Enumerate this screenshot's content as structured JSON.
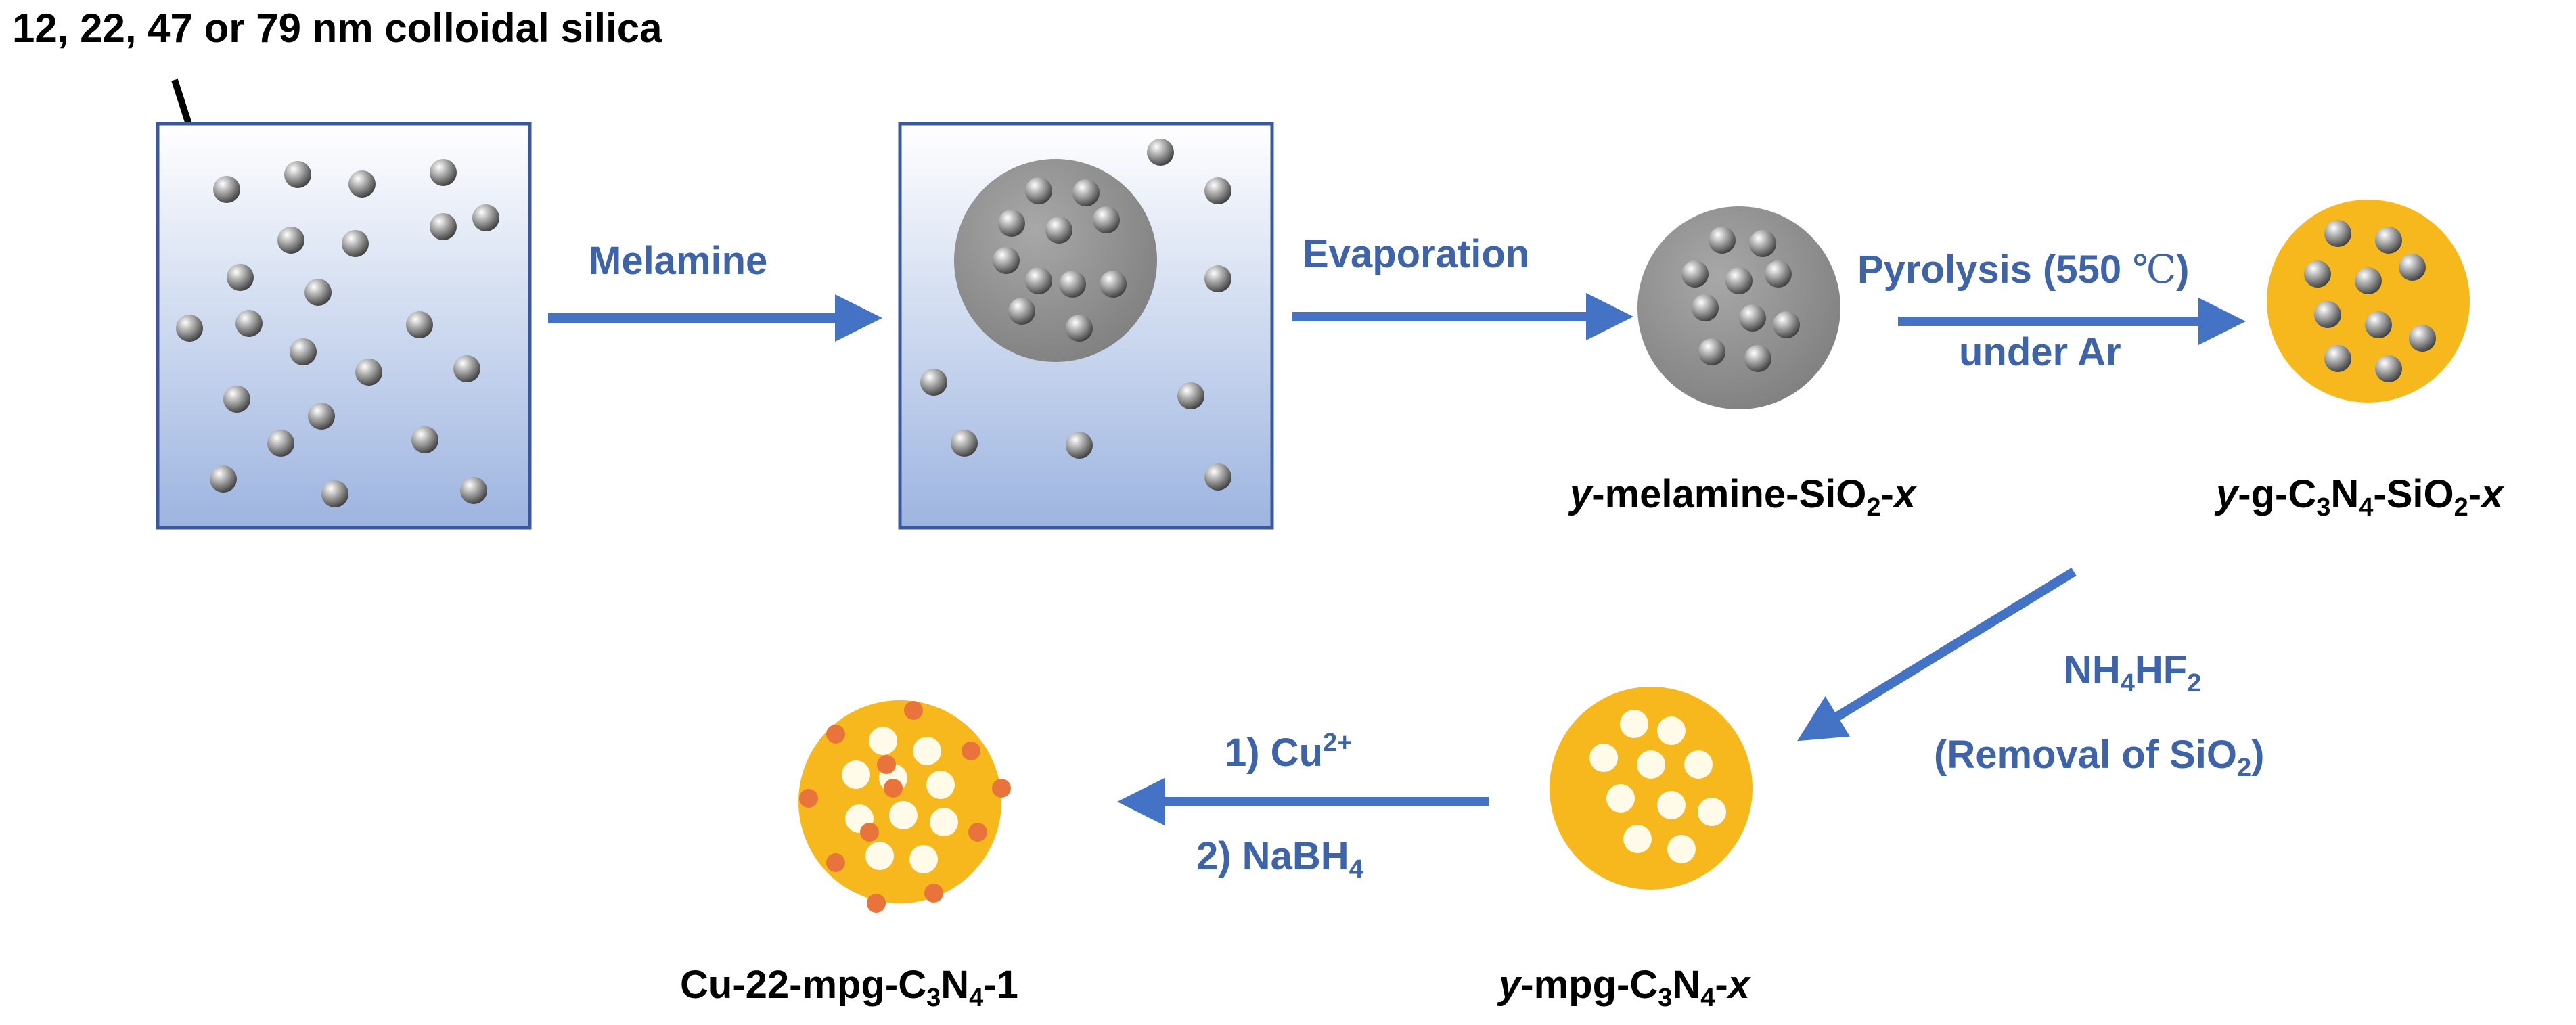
{
  "labels": {
    "colloid": "12, 22, 47 or 79 nm colloidal silica",
    "step1": "Melamine",
    "step2": "Evaporation",
    "step3_line1_pre": "Pyrolysis (550 ",
    "step3_line1_unit": "℃",
    "step3_line1_post": ")",
    "step3_line2": "under Ar",
    "step4_pre": "NH",
    "step4_sub1": "4",
    "step4_mid": "HF",
    "step4_sub2": "2",
    "step4_line2_pre": "(Removal of SiO",
    "step4_line2_sub": "2",
    "step4_line2_post": ")",
    "step5_line1_pre": "1) Cu",
    "step5_line1_sup": "2+",
    "step5_line2_pre": "2) NaBH",
    "step5_line2_sub": "4"
  },
  "products": {
    "p1": {
      "a": "y",
      "b": "-melamine-SiO",
      "c": "2",
      "d": "-",
      "e": "x"
    },
    "p2": {
      "a": "y",
      "b": "-g-C",
      "c": "3",
      "d": "N",
      "e": "4",
      "f": "-SiO",
      "g": "2",
      "h": "-",
      "i": "x"
    },
    "p3": {
      "a": "y",
      "b": "-mpg-C",
      "c": "3",
      "d": "N",
      "e": "4",
      "f": "-",
      "g": "x"
    },
    "p4": {
      "b": "Cu-22-mpg-C",
      "c": "3",
      "d": "N",
      "e": "4",
      "f": "-1"
    }
  },
  "colors": {
    "arrow": "#4472c4",
    "stepText": "#3e63a8",
    "silicaDark": "#5a5a5a",
    "melamineGrey": "#8c8c8c",
    "carbonNitride": "#f6b81c",
    "copper": "#e8743b",
    "beakerTop": "#ffffff",
    "beakerBottom": "#9db4e0"
  }
}
